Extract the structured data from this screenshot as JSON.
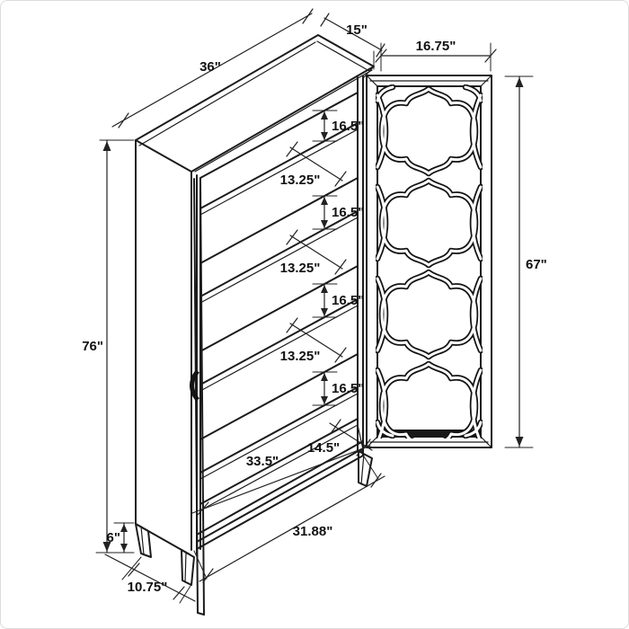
{
  "figure": {
    "kind": "furniture dimension line drawing",
    "units": "inches",
    "line_color": "#1c1c1c",
    "background": "#ffffff"
  },
  "dims": {
    "width_top": "36\"",
    "depth_top": "15\"",
    "door_width": "16.75\"",
    "door_height": "67\"",
    "overall_height": "76\"",
    "leg_height": "6\"",
    "base_depth": "10.75\"",
    "interior_width": "33.5\"",
    "interior_depth": "14.5\"",
    "base_width": "31.88\"",
    "shelf_spacing": [
      "16.5\"",
      "16.5\"",
      "16.5\"",
      "16.5\""
    ],
    "shelf_depth": [
      "13.25\"",
      "13.25\"",
      "13.25\""
    ]
  }
}
